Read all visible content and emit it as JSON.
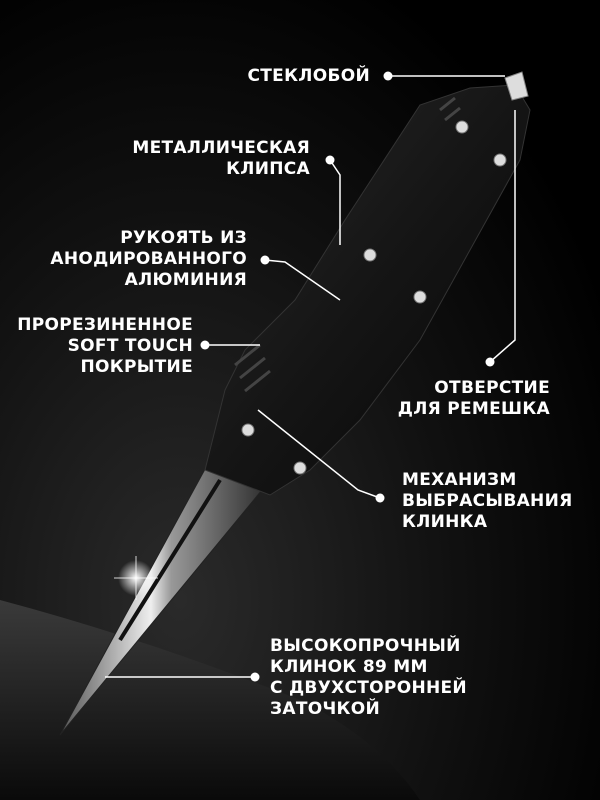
{
  "callouts": {
    "glass_breaker": [
      "СТЕКЛОБОЙ"
    ],
    "metal_clip": [
      "МЕТАЛЛИЧЕСКАЯ",
      "КЛИПСА"
    ],
    "handle": [
      "РУКОЯТЬ ИЗ",
      "АНОДИРОВАННОГО",
      "АЛЮМИНИЯ"
    ],
    "coating": [
      "ПРОРЕЗИНЕННОЕ",
      "SOFT TOUCH",
      "ПОКРЫТИЕ"
    ],
    "lanyard_hole": [
      "ОТВЕРСТИЕ",
      "ДЛЯ РЕМЕШКА"
    ],
    "mechanism": [
      "МЕХАНИЗМ",
      "ВЫБРАСЫВАНИЯ",
      "КЛИНКА"
    ],
    "blade": [
      "ВЫСОКОПРОЧНЫЙ",
      "КЛИНОК 89 ММ",
      "С ДВУХСТОРОННЕЙ",
      "ЗАТОЧКОЙ"
    ]
  }
}
